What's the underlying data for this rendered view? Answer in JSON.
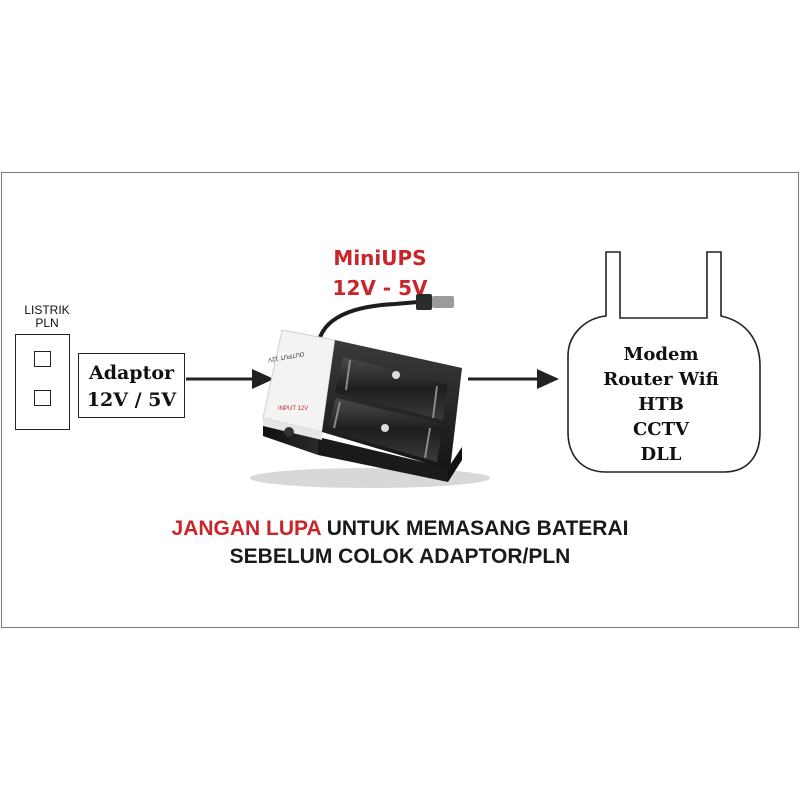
{
  "source": {
    "label_line1": "LISTRIK",
    "label_line2": "PLN"
  },
  "adaptor": {
    "line1": "Adaptor",
    "line2": "12V / 5V"
  },
  "mini_ups": {
    "line1": "MiniUPS",
    "line2": "12V - 5V",
    "device_text_output": "OUTPUT 12V",
    "device_text_input": "INPUT 12V",
    "battery_mark_top": "②",
    "battery_mark_bottom": "②"
  },
  "devices": {
    "items": [
      "Modem",
      "Router Wifi",
      "HTB",
      "CCTV",
      "DLL"
    ]
  },
  "warning": {
    "highlight": "JANGAN LUPA",
    "line1_rest": " UNTUK MEMASANG BATERAI",
    "line2": "SEBELUM COLOK ADAPTOR/PLN"
  },
  "colors": {
    "accent_red": "#c8262b",
    "line": "#222222"
  }
}
